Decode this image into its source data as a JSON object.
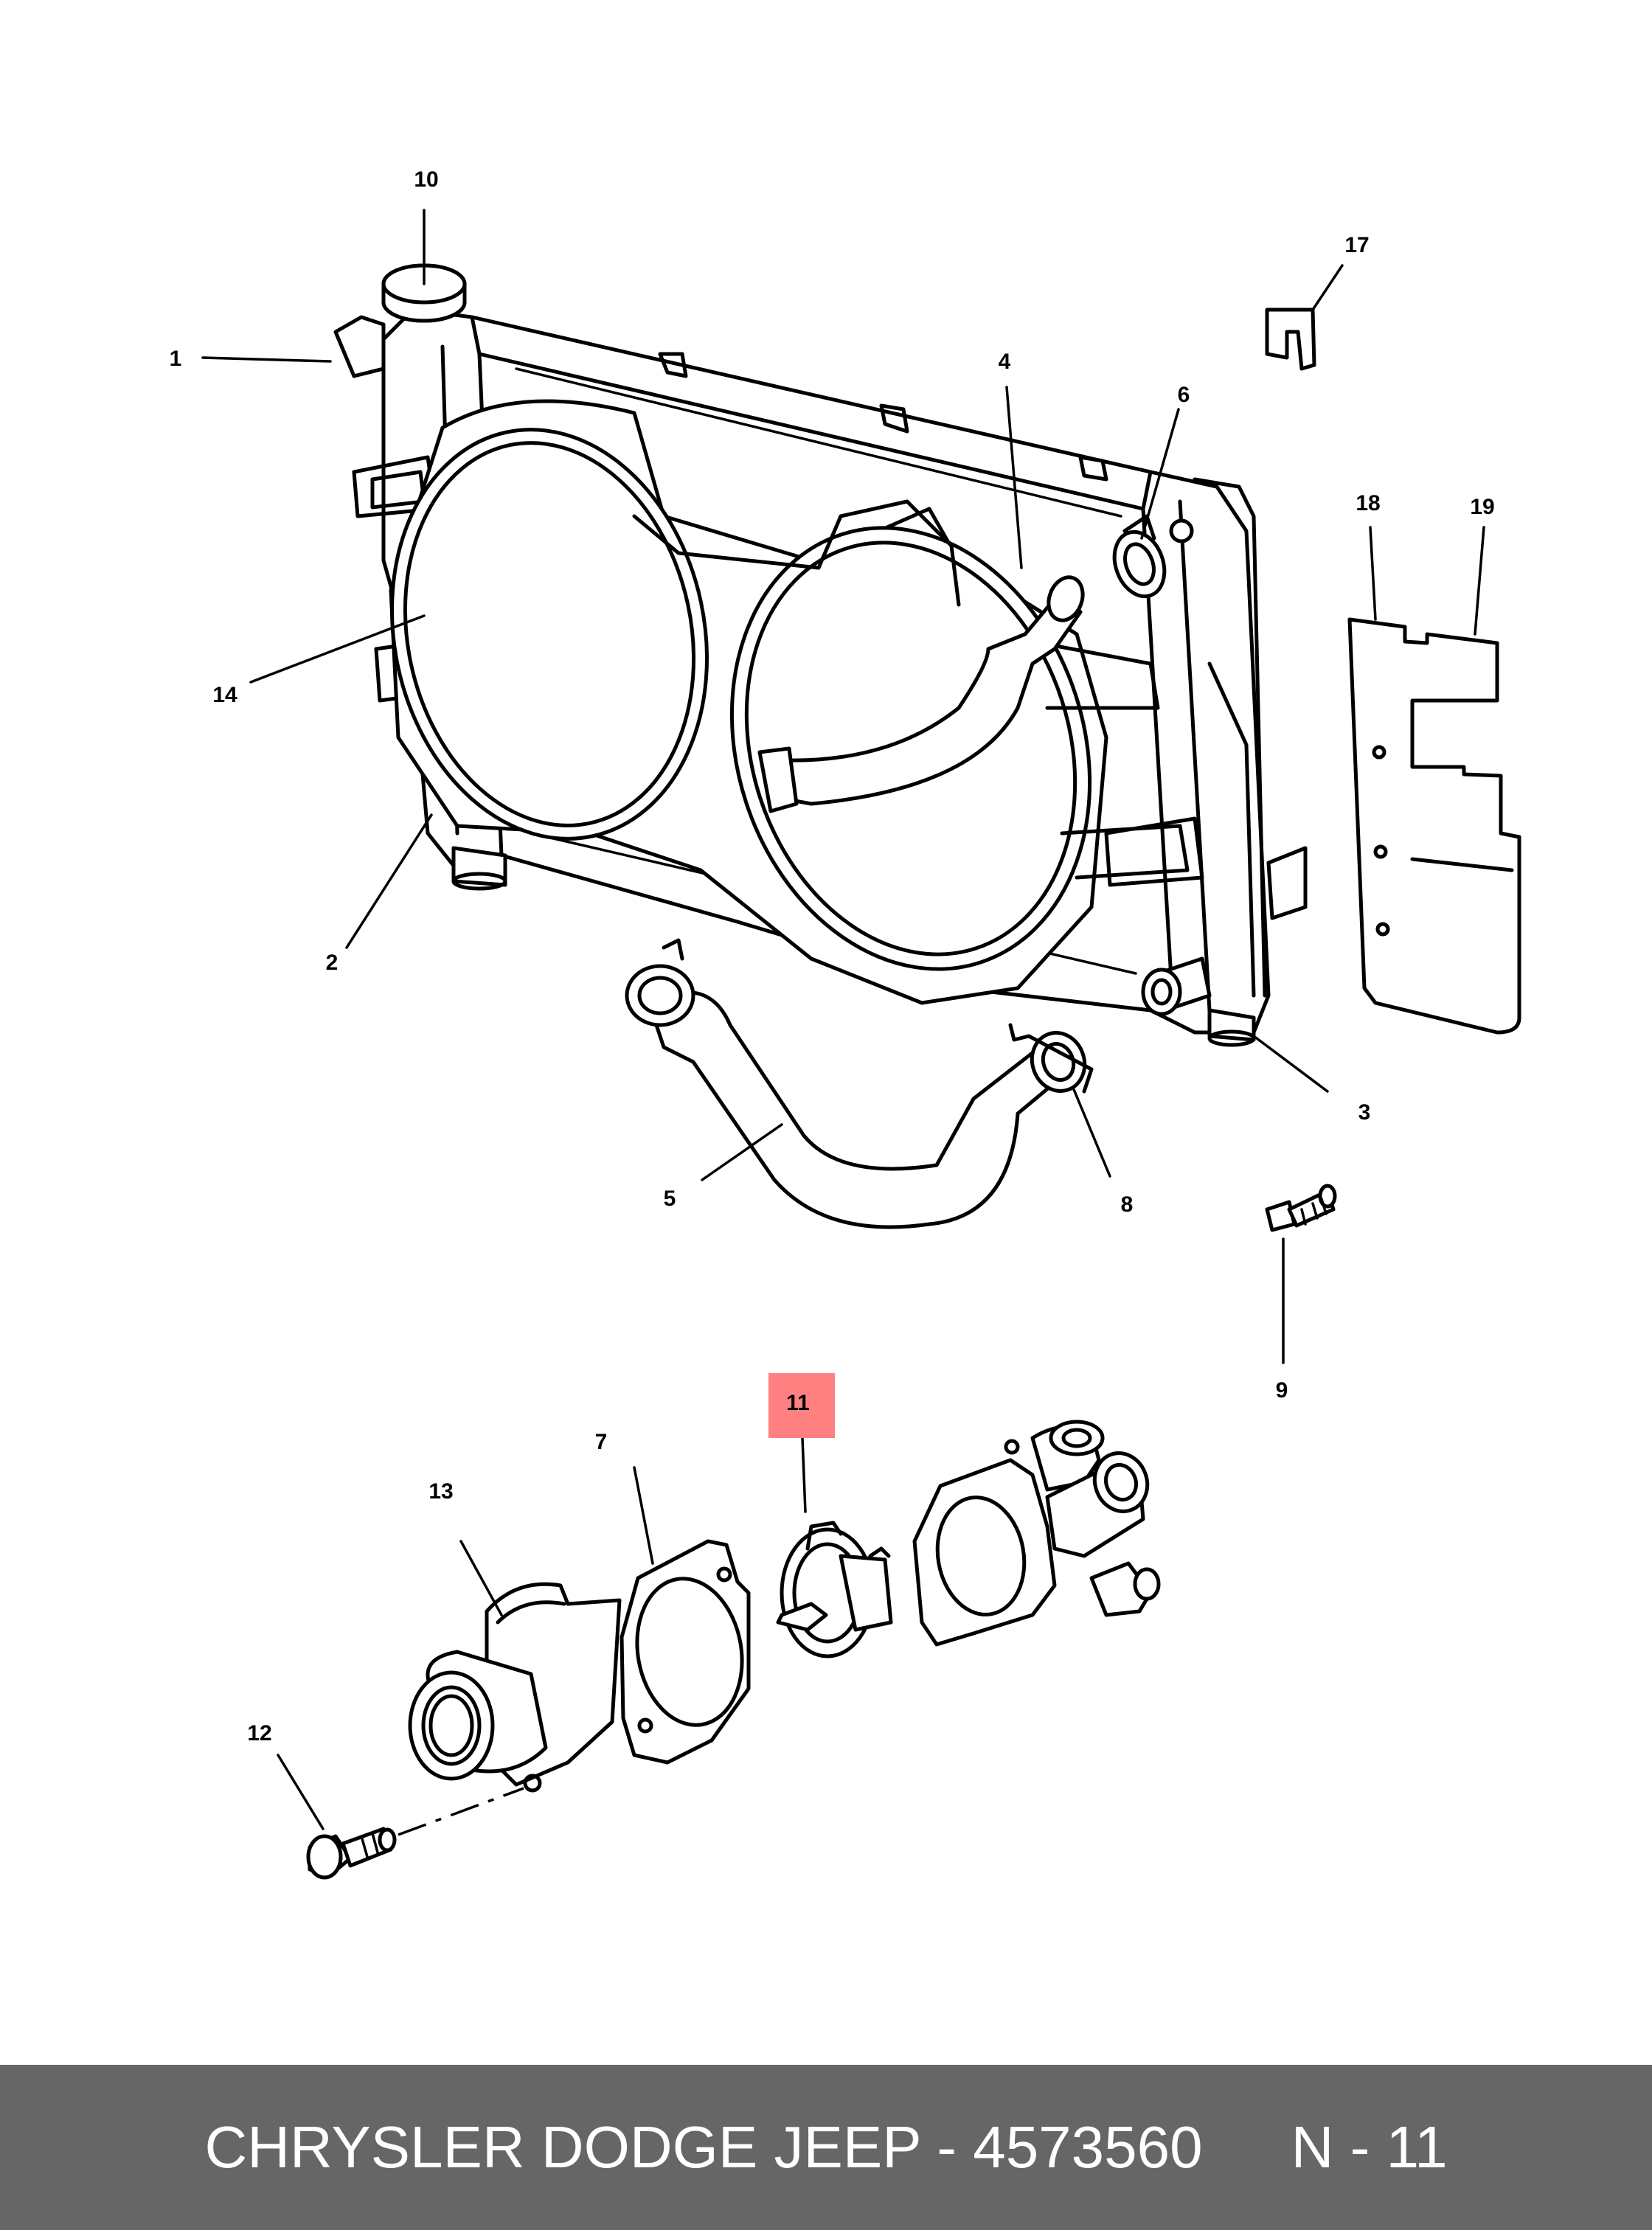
{
  "callouts": {
    "c1": "1",
    "c2": "2",
    "c3": "3",
    "c4": "4",
    "c5": "5",
    "c6": "6",
    "c7": "7",
    "c8": "8",
    "c9": "9",
    "c10": "10",
    "c11": "11",
    "c12": "12",
    "c13": "13",
    "c14": "14",
    "c17": "17",
    "c18": "18",
    "c19": "19"
  },
  "highlight": {
    "part": "11",
    "color": "#ff8080"
  },
  "footer": {
    "brand_part": "CHRYSLER DODGE JEEP - 4573560",
    "diagram_ref": "N - 11",
    "background": "#666666",
    "text_color": "#ffffff"
  }
}
